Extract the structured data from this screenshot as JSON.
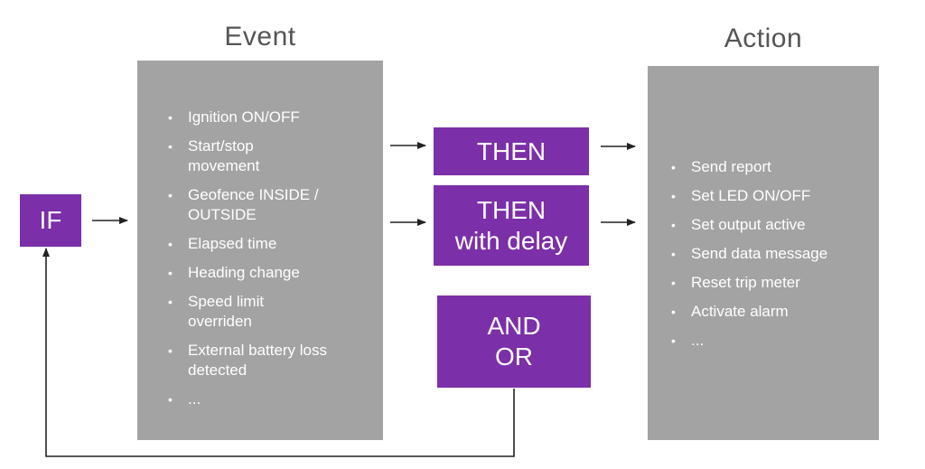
{
  "event": {
    "heading": "Event",
    "items": [
      "Ignition ON/OFF",
      "Start/stop movement",
      "Geofence INSIDE / OUTSIDE",
      "Elapsed time",
      "Heading change",
      "Speed limit overriden",
      "External battery loss detected",
      "..."
    ]
  },
  "action": {
    "heading": "Action",
    "items": [
      "Send report",
      "Set LED ON/OFF",
      "Set output active",
      "Send data message",
      "Reset trip meter",
      "Activate alarm",
      "..."
    ]
  },
  "if_label": "IF",
  "then_label": "THEN",
  "then_delay": {
    "line1": "THEN",
    "line2": "with delay"
  },
  "and_or": {
    "line1": "AND",
    "line2": "OR"
  },
  "colors": {
    "purple": "#7b2fa8",
    "gray": "#a3a3a3",
    "heading_text": "#555555",
    "arrow": "#222222"
  }
}
